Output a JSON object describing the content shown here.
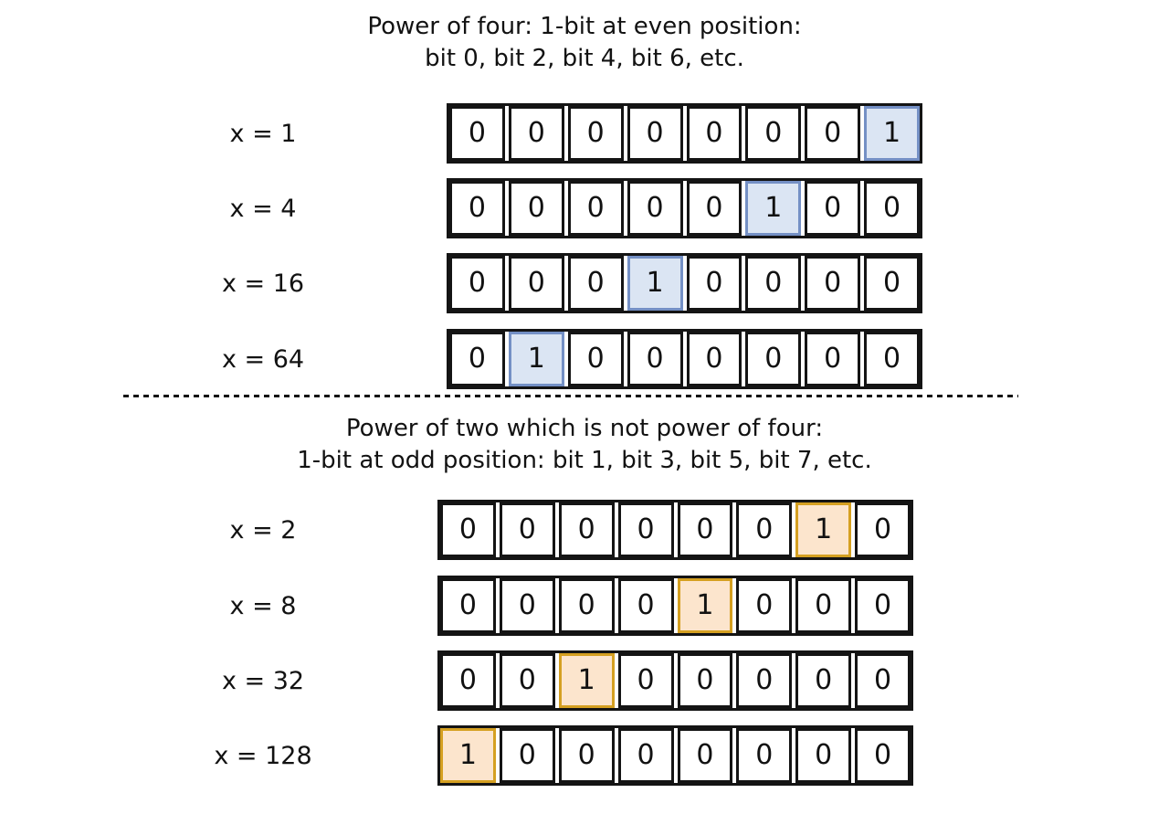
{
  "sections": [
    {
      "id": "power-of-four",
      "title_lines": [
        "Power of four: 1-bit at even position:",
        "bit 0, bit 2, bit 4, bit 6, etc."
      ],
      "highlight": {
        "fill": "#dbe5f3",
        "border": "#7490c5"
      },
      "rows": [
        {
          "label": "x = 1",
          "bits": [
            0,
            0,
            0,
            0,
            0,
            0,
            0,
            1
          ],
          "highlight_index": 7,
          "highlighted_bit": "bit 0"
        },
        {
          "label": "x = 4",
          "bits": [
            0,
            0,
            0,
            0,
            0,
            1,
            0,
            0
          ],
          "highlight_index": 5,
          "highlighted_bit": "bit 2"
        },
        {
          "label": "x = 16",
          "bits": [
            0,
            0,
            0,
            1,
            0,
            0,
            0,
            0
          ],
          "highlight_index": 3,
          "highlighted_bit": "bit 4"
        },
        {
          "label": "x = 64",
          "bits": [
            0,
            1,
            0,
            0,
            0,
            0,
            0,
            0
          ],
          "highlight_index": 1,
          "highlighted_bit": "bit 6"
        }
      ]
    },
    {
      "id": "power-of-two-not-power-of-four",
      "title_lines": [
        "Power of two which is not power of four:",
        "1-bit at odd position: bit 1, bit 3, bit 5, bit 7, etc."
      ],
      "highlight": {
        "fill": "#fce5cd",
        "border": "#d5a021"
      },
      "rows": [
        {
          "label": "x = 2",
          "bits": [
            0,
            0,
            0,
            0,
            0,
            0,
            1,
            0
          ],
          "highlight_index": 6,
          "highlighted_bit": "bit 1"
        },
        {
          "label": "x = 8",
          "bits": [
            0,
            0,
            0,
            0,
            1,
            0,
            0,
            0
          ],
          "highlight_index": 4,
          "highlighted_bit": "bit 3"
        },
        {
          "label": "x = 32",
          "bits": [
            0,
            0,
            1,
            0,
            0,
            0,
            0,
            0
          ],
          "highlight_index": 2,
          "highlighted_bit": "bit 5"
        },
        {
          "label": "x = 128",
          "bits": [
            1,
            0,
            0,
            0,
            0,
            0,
            0,
            0
          ],
          "highlight_index": 0,
          "highlighted_bit": "bit 7"
        }
      ]
    }
  ],
  "divider": {
    "style": "dashed",
    "color": "#141414"
  }
}
